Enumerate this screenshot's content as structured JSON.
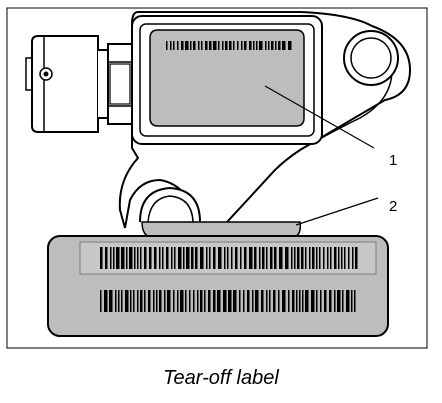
{
  "figure": {
    "caption": "Tear-off label",
    "callouts": [
      {
        "id": "1",
        "label": "1",
        "target": "sensor-label-area"
      },
      {
        "id": "2",
        "label": "2",
        "target": "tear-off-label-strip"
      }
    ]
  },
  "colors": {
    "line": "#000000",
    "panel_fill": "#e6e6e6",
    "label_fill": "#bdbdbd",
    "strip_fill": "#bdbdbd",
    "background": "#ffffff"
  },
  "icons": {
    "connector": "connector-shape",
    "mount_hole": "mount-hole",
    "barcode": "barcode"
  }
}
